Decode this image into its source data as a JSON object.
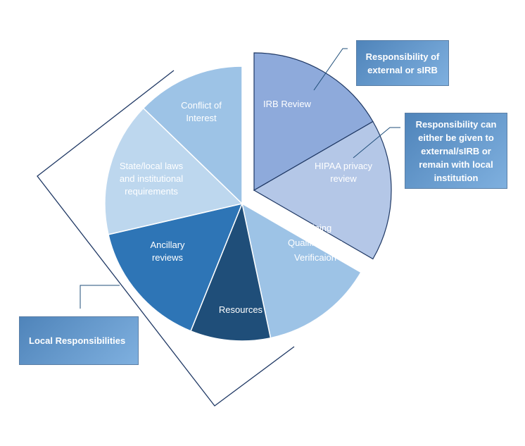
{
  "segments": [
    {
      "id": "irb-review",
      "lines": [
        "IRB Review"
      ],
      "color": "#8eaadb"
    },
    {
      "id": "hipaa",
      "lines": [
        "HIPAA privacy",
        "review"
      ],
      "color": "#b4c7e7"
    },
    {
      "id": "training",
      "lines": [
        "Training",
        "Qualifications",
        "Verificaion"
      ],
      "color": "#9dc3e6"
    },
    {
      "id": "resources",
      "lines": [
        "Resources"
      ],
      "color": "#1f4e79"
    },
    {
      "id": "ancillary",
      "lines": [
        "Ancillary",
        "reviews"
      ],
      "color": "#2e75b6"
    },
    {
      "id": "state-local",
      "lines": [
        "State/local laws",
        "and institutional",
        "requirements"
      ],
      "color": "#bdd7ee"
    },
    {
      "id": "conflict",
      "lines": [
        "Conflict of",
        "Interest"
      ],
      "color": "#9dc3e6"
    }
  ],
  "callouts": {
    "external": [
      "Responsibility of",
      "external or sIRB"
    ],
    "either": [
      "Responsibility can",
      "either be given to",
      "external/sIRB or",
      "remain with local",
      "institution"
    ],
    "local": [
      "Local Responsibilities"
    ]
  },
  "colors": {
    "callout_fill": "#5b8ec4",
    "callout_border": "#5b7fa6",
    "bracket_line": "#1f3864",
    "connector_line": "#1f4e79"
  }
}
